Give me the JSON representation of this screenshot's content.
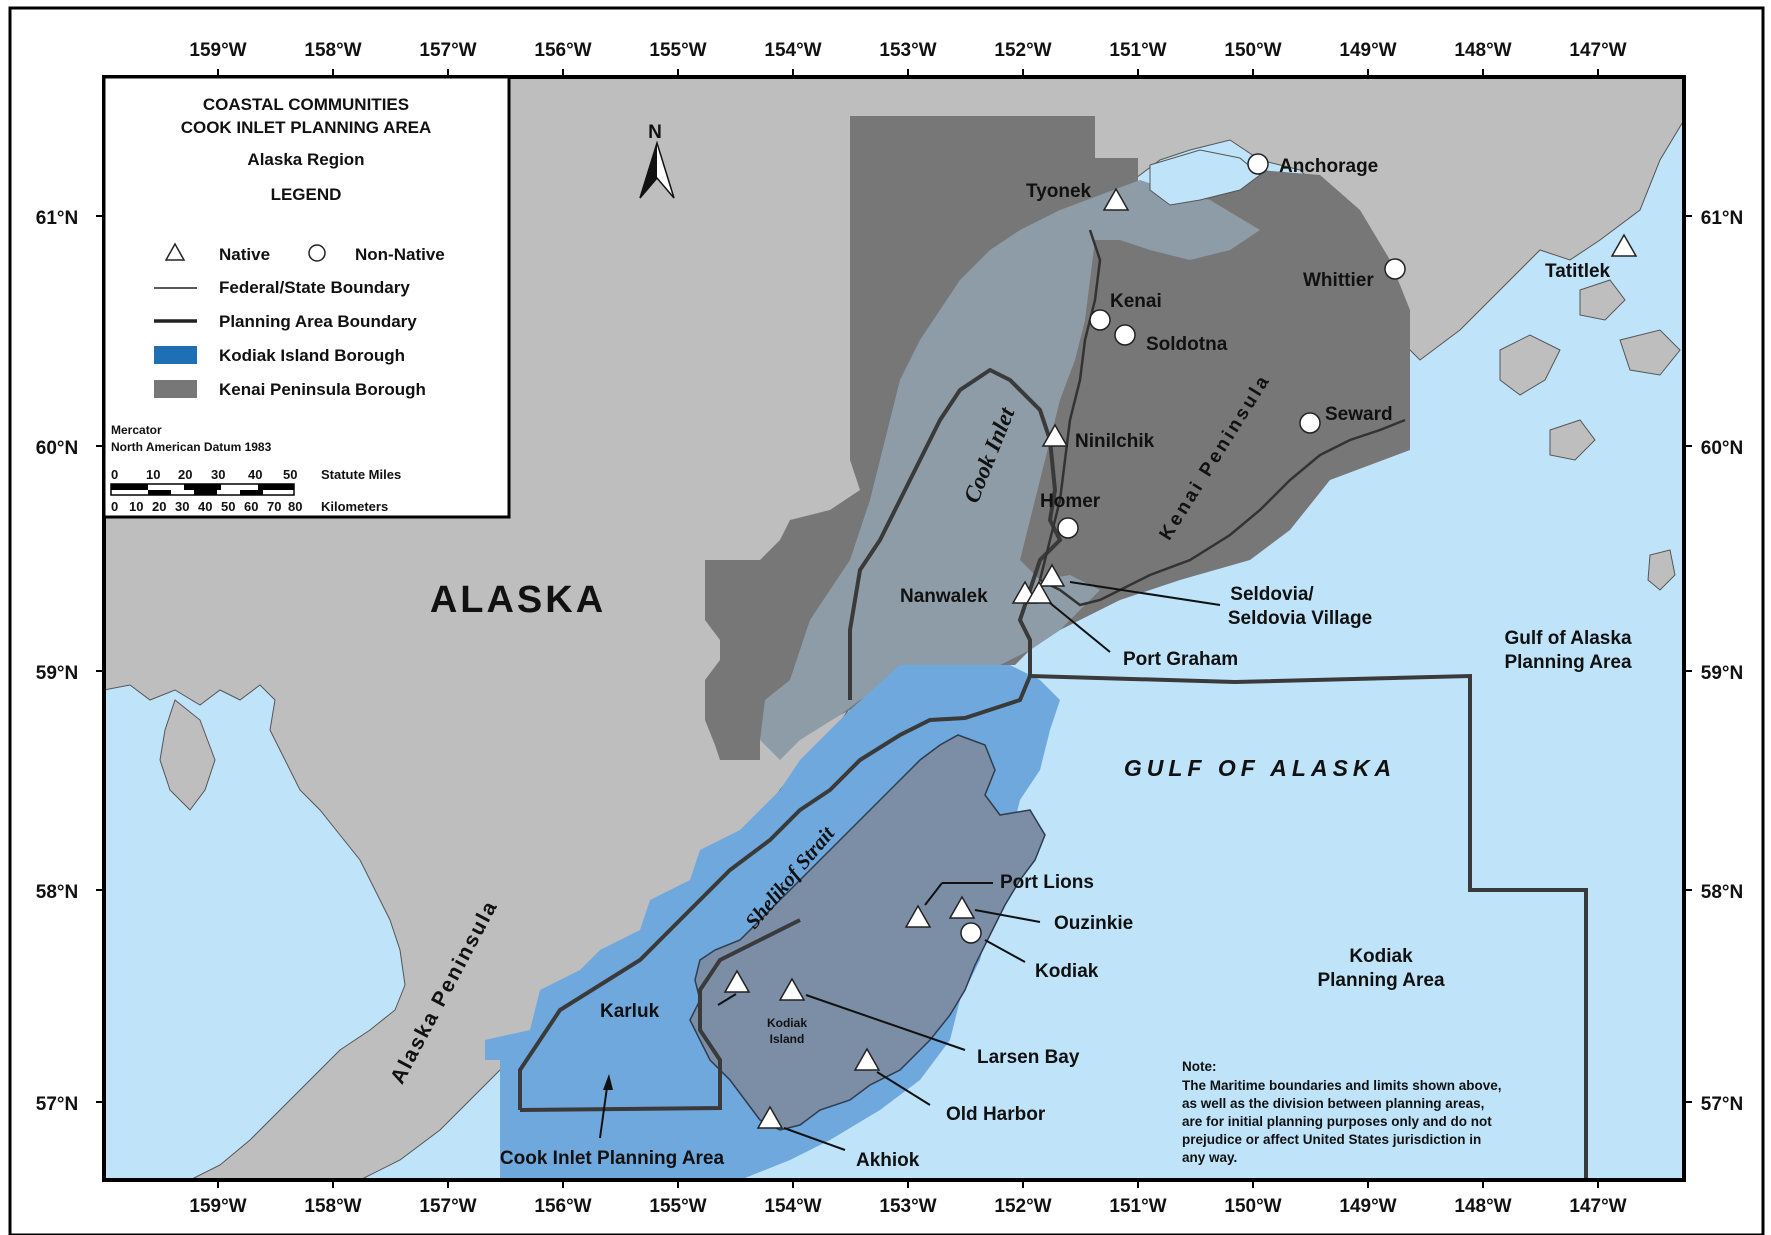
{
  "map": {
    "legend": {
      "title_line1": "COASTAL COMMUNITIES",
      "title_line2": "COOK INLET PLANNING AREA",
      "region": "Alaska Region",
      "heading": "LEGEND",
      "native": "Native",
      "non_native": "Non-Native",
      "federal_state": "Federal/State Boundary",
      "planning_boundary": "Planning Area Boundary",
      "kodiak_borough": "Kodiak Island Borough",
      "kenai_borough": "Kenai Peninsula Borough",
      "projection": "Mercator",
      "datum": "North American Datum 1983",
      "miles_label": "Statute Miles",
      "km_label": "Kilometers",
      "miles_ticks": [
        "0",
        "10",
        "20",
        "30",
        "40",
        "50"
      ],
      "km_ticks": [
        "0",
        "10",
        "20",
        "30",
        "40",
        "50",
        "60",
        "70",
        "80"
      ]
    },
    "north": "N",
    "longitudes": [
      "159°W",
      "158°W",
      "157°W",
      "156°W",
      "155°W",
      "154°W",
      "153°W",
      "152°W",
      "151°W",
      "150°W",
      "149°W",
      "148°W",
      "147°W"
    ],
    "latitudes": [
      "61°N",
      "60°N",
      "59°N",
      "58°N",
      "57°N"
    ],
    "regions": {
      "alaska": "ALASKA",
      "alaska_peninsula": "Alaska Peninsula",
      "kenai_peninsula": "Kenai Peninsula",
      "cook_inlet": "Cook Inlet",
      "shelikof": "Shelikof Strait",
      "gulf": "GULF OF ALASKA",
      "gulf_pa_1": "Gulf of Alaska",
      "gulf_pa_2": "Planning Area",
      "kodiak_pa_1": "Kodiak",
      "kodiak_pa_2": "Planning Area",
      "cook_pa": "Cook Inlet Planning Area",
      "kodiak_island_1": "Kodiak",
      "kodiak_island_2": "Island"
    },
    "communities": {
      "anchorage": "Anchorage",
      "tyonek": "Tyonek",
      "whittier": "Whittier",
      "tatitlek": "Tatitlek",
      "kenai": "Kenai",
      "soldotna": "Soldotna",
      "seward": "Seward",
      "ninilchik": "Ninilchik",
      "homer": "Homer",
      "nanwalek": "Nanwalek",
      "seldovia_1": "Seldovia/",
      "seldovia_2": "Seldovia Village",
      "port_graham": "Port Graham",
      "port_lions": "Port Lions",
      "ouzinkie": "Ouzinkie",
      "kodiak": "Kodiak",
      "karluk": "Karluk",
      "larsen_bay": "Larsen Bay",
      "old_harbor": "Old Harbor",
      "akhiok": "Akhiok"
    },
    "note": {
      "heading": "Note:",
      "lines": [
        "The Maritime boundaries and limits shown above,",
        "as well as the division between planning areas,",
        "are for initial planning purposes only and do not",
        "prejudice or affect United States jurisdiction in",
        "any way."
      ]
    },
    "colors": {
      "ocean": "#bfe4fa",
      "land": "#bebebe",
      "kenai_borough": "#777777",
      "kodiak_borough": "#6fa8dc",
      "kodiak_island": "#7b8ea6",
      "planning_area_gray": "#8e9ca8",
      "boundary": "#3a3a3a"
    }
  }
}
